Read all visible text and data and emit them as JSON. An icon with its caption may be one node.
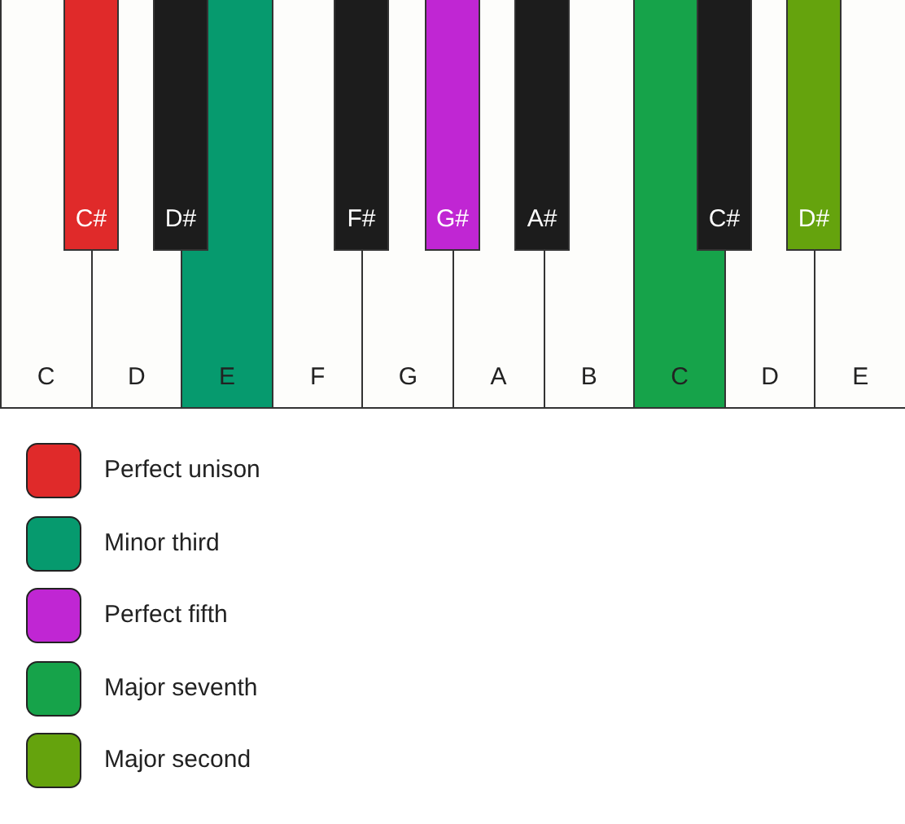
{
  "diagram": {
    "nodes": [
      {
        "text": [
          "C"
        ]
      },
      {
        "text": [
          "D"
        ]
      },
      {
        "text": [
          "E"
        ]
      },
      {
        "text": [
          "F"
        ]
      },
      {
        "text": [
          "G"
        ]
      },
      {
        "text": [
          "A"
        ]
      },
      {
        "text": [
          "B"
        ]
      },
      {
        "text": [
          "C"
        ]
      },
      {
        "text": [
          "D"
        ]
      },
      {
        "text": [
          "E"
        ]
      },
      {
        "text": [
          "C#"
        ]
      },
      {
        "text": [
          "D#"
        ]
      },
      {
        "text": [
          "F#"
        ]
      },
      {
        "text": [
          "G#"
        ]
      },
      {
        "text": [
          "A#"
        ]
      },
      {
        "text": [
          "C#"
        ]
      },
      {
        "text": [
          "D#"
        ]
      }
    ],
    "legend": [
      {
        "text": "Perfect unison",
        "color": "#e02a2a"
      },
      {
        "text": "Minor third",
        "color": "#069a6e"
      },
      {
        "text": "Perfect fifth",
        "color": "#c026d3"
      },
      {
        "text": "Major seventh",
        "color": "#16a34a"
      },
      {
        "text": "Major second",
        "color": "#65a30d"
      }
    ]
  }
}
